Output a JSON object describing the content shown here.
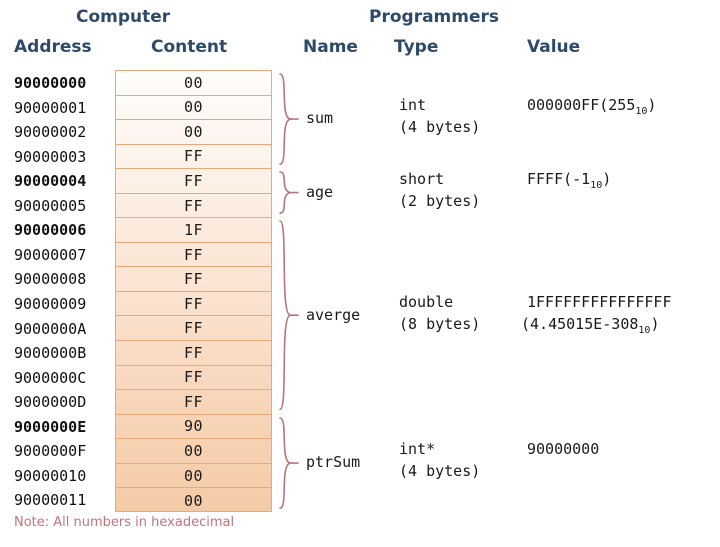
{
  "headers": {
    "group_computer": "Computer",
    "group_programmers": "Programmers",
    "address": "Address",
    "content": "Content",
    "name": "Name",
    "type": "Type",
    "value": "Value"
  },
  "memory": {
    "rows": [
      {
        "address": "90000000",
        "content": "00",
        "is_start": true
      },
      {
        "address": "90000001",
        "content": "00",
        "is_start": false
      },
      {
        "address": "90000002",
        "content": "00",
        "is_start": false
      },
      {
        "address": "90000003",
        "content": "FF",
        "is_start": false
      },
      {
        "address": "90000004",
        "content": "FF",
        "is_start": true
      },
      {
        "address": "90000005",
        "content": "FF",
        "is_start": false
      },
      {
        "address": "90000006",
        "content": "1F",
        "is_start": true
      },
      {
        "address": "90000007",
        "content": "FF",
        "is_start": false
      },
      {
        "address": "90000008",
        "content": "FF",
        "is_start": false
      },
      {
        "address": "90000009",
        "content": "FF",
        "is_start": false
      },
      {
        "address": "9000000A",
        "content": "FF",
        "is_start": false
      },
      {
        "address": "9000000B",
        "content": "FF",
        "is_start": false
      },
      {
        "address": "9000000C",
        "content": "FF",
        "is_start": false
      },
      {
        "address": "9000000D",
        "content": "FF",
        "is_start": false
      },
      {
        "address": "9000000E",
        "content": "90",
        "is_start": true
      },
      {
        "address": "9000000F",
        "content": "00",
        "is_start": false
      },
      {
        "address": "90000010",
        "content": "00",
        "is_start": false
      },
      {
        "address": "90000011",
        "content": "00",
        "is_start": false
      }
    ]
  },
  "variables": [
    {
      "name": "sum",
      "type": "int",
      "size": "(4 bytes)",
      "value_hex": "000000FF(255",
      "value_sub": "10",
      "value_tail": ")",
      "value2_hex": "",
      "value2_sub": "",
      "value2_tail": ""
    },
    {
      "name": "age",
      "type": "short",
      "size": "(2 bytes)",
      "value_hex": "FFFF(-1",
      "value_sub": "10",
      "value_tail": ")",
      "value2_hex": "",
      "value2_sub": "",
      "value2_tail": ""
    },
    {
      "name": "averge",
      "type": "double",
      "size": "(8 bytes)",
      "value_hex": "1FFFFFFFFFFFFFFF",
      "value_sub": "",
      "value_tail": "",
      "value2_hex": "(4.45015E-308",
      "value2_sub": "10",
      "value2_tail": ")"
    },
    {
      "name": "ptrSum",
      "type": "int*",
      "size": "(4 bytes)",
      "value_hex": "90000000",
      "value_sub": "",
      "value_tail": "",
      "value2_hex": "",
      "value2_sub": "",
      "value2_tail": ""
    }
  ],
  "note": "Note: All numbers in hexadecimal",
  "colors": {
    "header_text": "#2e4a6b",
    "cell_border": "#e8a87c",
    "gradient_top": "#fffdfb",
    "gradient_bottom": "#f5cba7",
    "brace": "#b5757f",
    "note_text": "#c0737d"
  }
}
